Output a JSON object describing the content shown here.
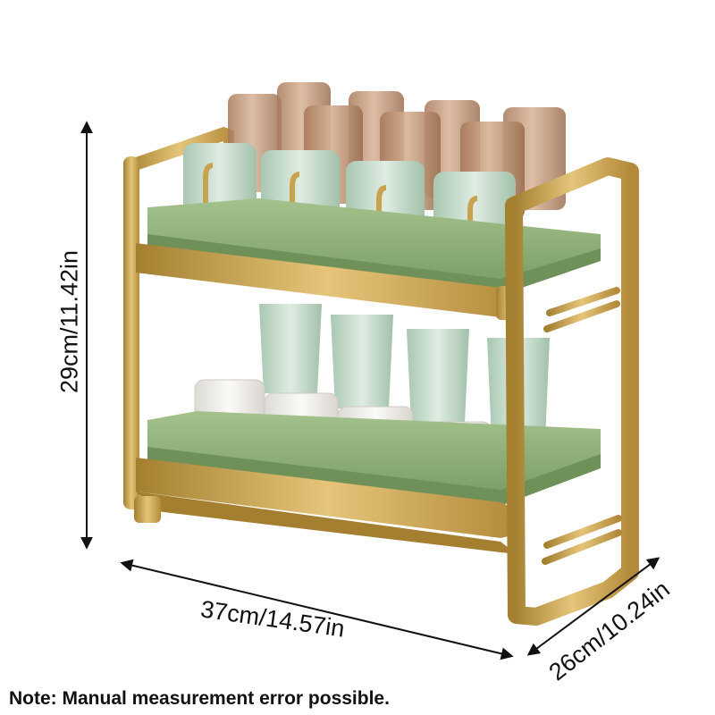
{
  "dimensions": {
    "height": "29cm/11.42in",
    "width": "37cm/14.57in",
    "depth": "26cm/10.24in"
  },
  "note": "Note: Manual measurement error possible.",
  "colors": {
    "gold": "#c9a24f",
    "gold_dark": "#a47f30",
    "tray_green": "#8fae74",
    "tray_green_dark": "#6f9159",
    "cup_mint": "#c7dccb",
    "glass_amber": "#b98c6a",
    "mug_white": "#f3f1ee",
    "arrow": "#111111"
  }
}
